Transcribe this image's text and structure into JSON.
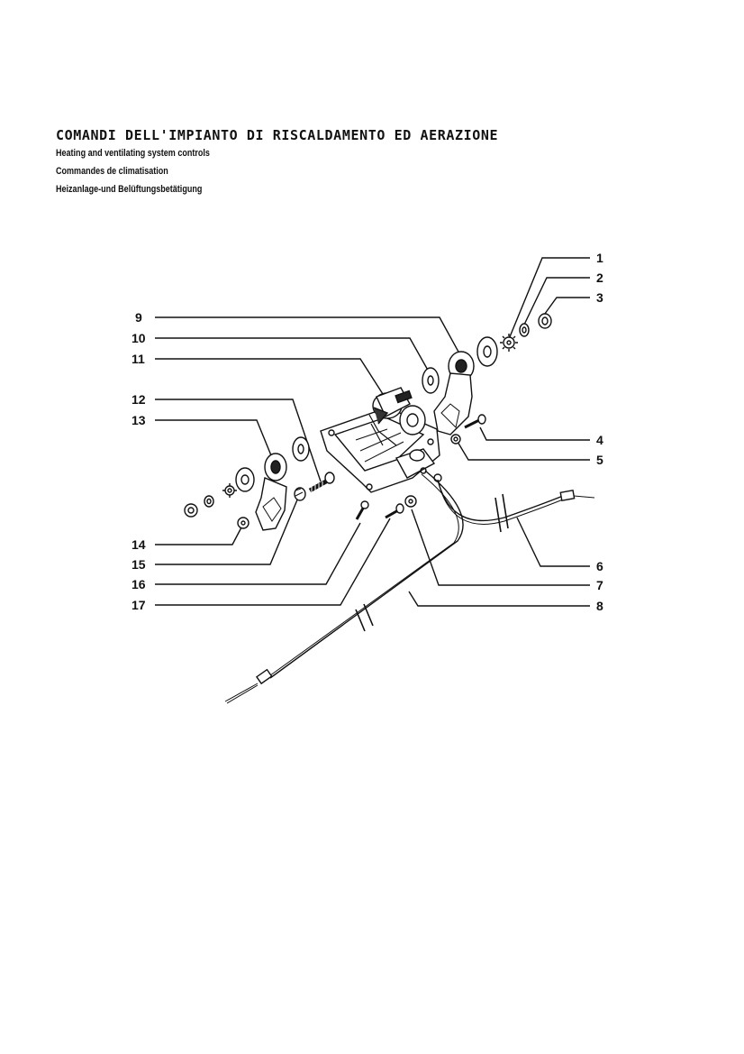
{
  "title": {
    "it": "COMANDI DELL'IMPIANTO DI RISCALDAMENTO ED AERAZIONE",
    "en": "Heating and ventilating system controls",
    "fr": "Commandes de climatisation",
    "de": "Heizanlage-und Belüftungsbetätigung"
  },
  "callouts": [
    "1",
    "2",
    "3",
    "4",
    "5",
    "6",
    "7",
    "8",
    "9",
    "10",
    "11",
    "12",
    "13",
    "14",
    "15",
    "16",
    "17"
  ]
}
